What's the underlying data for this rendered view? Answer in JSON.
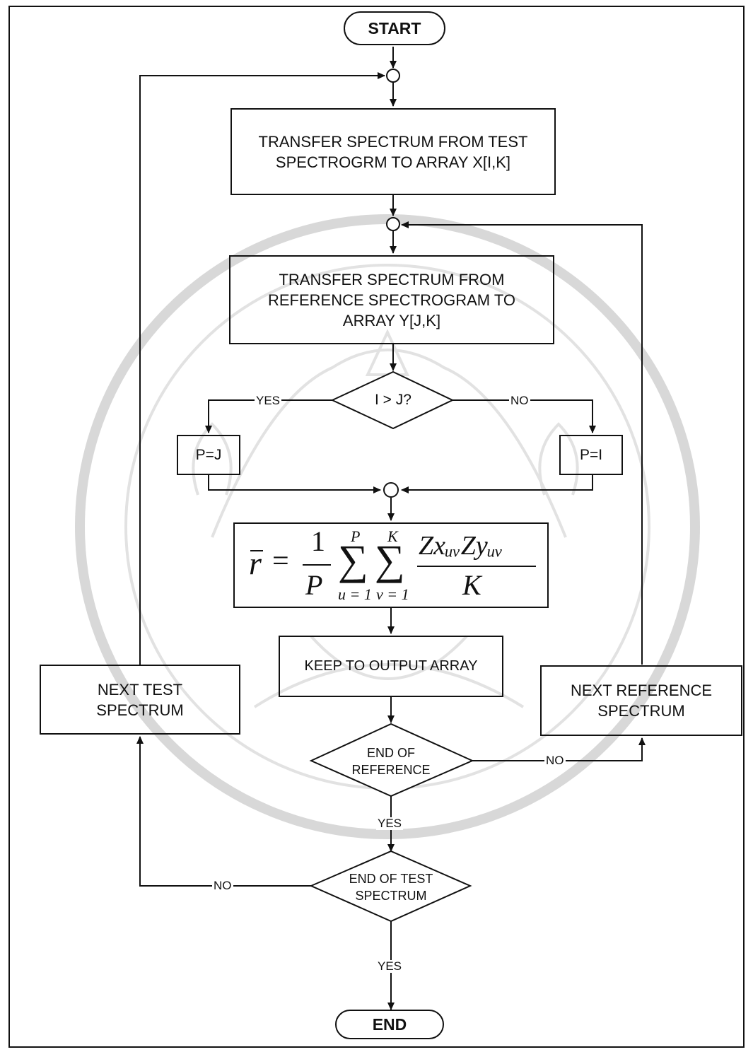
{
  "start_label": "START",
  "end_label": "END",
  "nodes": {
    "transfer_test": "TRANSFER SPECTRUM FROM TEST\nSPECTROGRM TO ARRAY    X[I,K]",
    "transfer_ref": "TRANSFER SPECTRUM FROM\nREFERENCE SPECTROGRAM TO\nARRAY Y[J,K]",
    "decision_ij": "I > J?",
    "p_equals_j": "P=J",
    "p_equals_i": "P=I",
    "keep_output": "KEEP TO OUTPUT ARRAY",
    "next_test": "NEXT TEST\nSPECTRUM",
    "next_ref": "NEXT REFERENCE\nSPECTRUM",
    "end_of_ref": "END OF\nREFERENCE",
    "end_of_test": "END OF TEST\nSPECTRUM"
  },
  "formula": {
    "lhs": "r",
    "equals": "=",
    "frac_num": "1",
    "frac_den": "P",
    "sum1_upper": "P",
    "sum1_lower": "u = 1",
    "sum2_upper": "K",
    "sum2_lower": "v = 1",
    "body_num": "ZxᵤᵥZyᵤᵥ",
    "body_den": "K",
    "sigma": "∑"
  },
  "edge_labels": {
    "yes_decision": "YES",
    "no_decision": "NO",
    "no_end_ref": "NO",
    "yes_end_ref": "YES",
    "no_end_test": "NO",
    "yes_end_test": "YES"
  }
}
